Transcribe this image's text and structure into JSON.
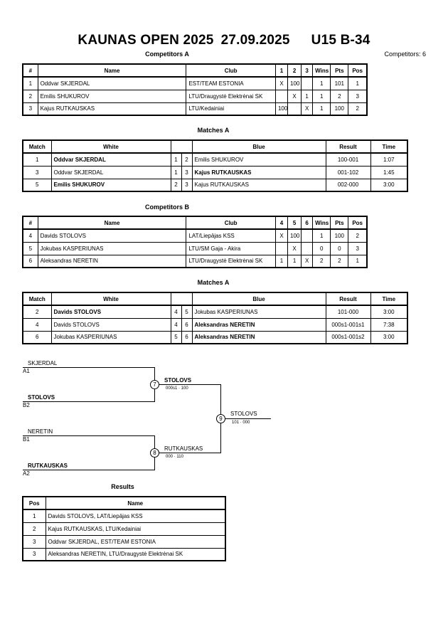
{
  "header": {
    "event": "KAUNAS OPEN 2025",
    "date": "27.09.2025",
    "category": "U15 B-34"
  },
  "competitors_a": {
    "title": "Competitors A",
    "count_label": "Competitors: 6",
    "columns": [
      "#",
      "Name",
      "Club",
      "1",
      "2",
      "3",
      "Wins",
      "Pts",
      "Pos"
    ],
    "rows": [
      {
        "num": "1",
        "name": "Oddvar SKJERDAL",
        "club": "EST/TEAM ESTONIA",
        "r1": "X",
        "r2": "100",
        "r3": "",
        "wins": "1",
        "pts": "101",
        "pos": "1"
      },
      {
        "num": "2",
        "name": "Emilis SHUKUROV",
        "club": "LTU/Draugystė Elektrėnai SK",
        "r1": "",
        "r2": "X",
        "r3": "1",
        "wins": "1",
        "pts": "2",
        "pos": "3"
      },
      {
        "num": "3",
        "name": "Kajus RUTKAUSKAS",
        "club": "LTU/Kedainiai",
        "r1": "100",
        "r2": "",
        "r3": "X",
        "wins": "1",
        "pts": "100",
        "pos": "2"
      }
    ]
  },
  "matches_a": {
    "title": "Matches A",
    "columns": [
      "Match",
      "White",
      "Blue",
      "Result",
      "Time"
    ],
    "rows": [
      {
        "match": "1",
        "white": "Oddvar SKJERDAL",
        "w": "1",
        "b": "2",
        "blue": "Emilis SHUKUROV",
        "result": "100-001",
        "time": "1:07"
      },
      {
        "match": "3",
        "white": "Oddvar SKJERDAL",
        "w": "1",
        "b": "3",
        "blue": "Kajus RUTKAUSKAS",
        "result": "001-102",
        "time": "1:45"
      },
      {
        "match": "5",
        "white": "Emilis SHUKUROV",
        "w": "2",
        "b": "3",
        "blue": "Kajus RUTKAUSKAS",
        "result": "002-000",
        "time": "3:00"
      }
    ]
  },
  "competitors_b": {
    "title": "Competitors B",
    "columns": [
      "#",
      "Name",
      "Club",
      "4",
      "5",
      "6",
      "Wins",
      "Pts",
      "Pos"
    ],
    "rows": [
      {
        "num": "4",
        "name": "Davids STOLOVS",
        "club": "LAT/Liepājas KSS",
        "r1": "X",
        "r2": "100",
        "r3": "",
        "wins": "1",
        "pts": "100",
        "pos": "2"
      },
      {
        "num": "5",
        "name": "Jokubas KASPERIUNAS",
        "club": "LTU/SM Gaja - Akira",
        "r1": "",
        "r2": "X",
        "r3": "",
        "wins": "0",
        "pts": "0",
        "pos": "3"
      },
      {
        "num": "6",
        "name": "Aleksandras NERETIN",
        "club": "LTU/Draugystė Elektrėnai SK",
        "r1": "1",
        "r2": "1",
        "r3": "X",
        "wins": "2",
        "pts": "2",
        "pos": "1"
      }
    ]
  },
  "matches_b": {
    "title": "Matches A",
    "columns": [
      "Match",
      "White",
      "Blue",
      "Result",
      "Time"
    ],
    "rows": [
      {
        "match": "2",
        "white": "Davids STOLOVS",
        "w": "4",
        "b": "5",
        "blue": "Jokubas KASPERIUNAS",
        "result": "101-000",
        "time": "3:00"
      },
      {
        "match": "4",
        "white": "Davids STOLOVS",
        "w": "4",
        "b": "6",
        "blue": "Aleksandras NERETIN",
        "result": "000s1-001s1",
        "time": "7:38"
      },
      {
        "match": "6",
        "white": "Jokubas KASPERIUNAS",
        "w": "5",
        "b": "6",
        "blue": "Aleksandras NERETIN",
        "result": "000s1-001s2",
        "time": "3:00"
      }
    ]
  },
  "bracket": {
    "sf1_top": "SKJERDAL",
    "sf1_top_seed": "A1",
    "sf1_bot": "STOLOVS",
    "sf1_bot_seed": "B2",
    "sf2_top": "NERETIN",
    "sf2_top_seed": "B1",
    "sf2_bot": "RUTKAUSKAS",
    "sf2_bot_seed": "A2",
    "m7": "7",
    "m7_winner": "STOLOVS",
    "m7_score": "000s1 · 100",
    "m8": "8",
    "m8_winner": "RUTKAUSKAS",
    "m8_score": "000 · 110",
    "m9": "9",
    "m9_winner": "STOLOVS",
    "m9_score": "101 · 000"
  },
  "results": {
    "title": "Results",
    "columns": [
      "Pos",
      "Name"
    ],
    "rows": [
      {
        "pos": "1",
        "name": "Davids STOLOVS, LAT/Liepājas KSS"
      },
      {
        "pos": "2",
        "name": "Kajus RUTKAUSKAS, LTU/Kedainiai"
      },
      {
        "pos": "3",
        "name": "Oddvar SKJERDAL, EST/TEAM ESTONIA"
      },
      {
        "pos": "3",
        "name": "Aleksandras NERETIN, LTU/Draugystė Elektrėnai SK"
      }
    ]
  }
}
